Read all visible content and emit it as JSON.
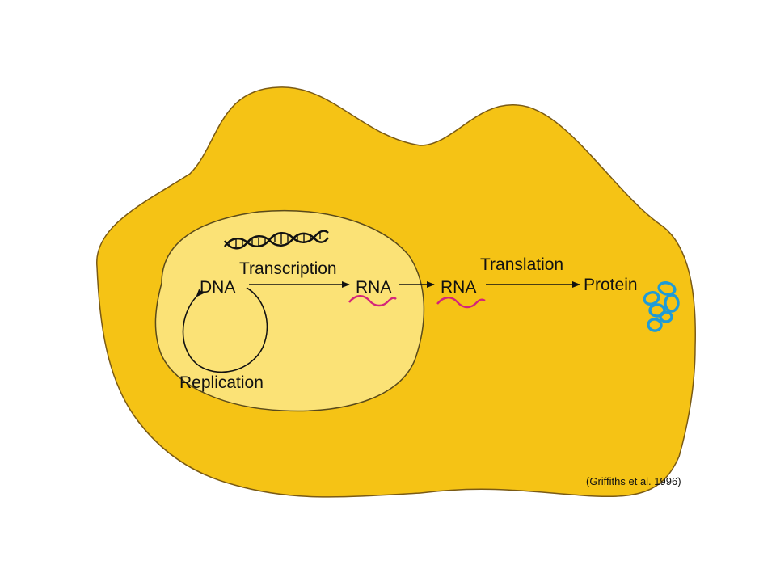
{
  "labels": {
    "dna": "DNA",
    "transcription": "Transcription",
    "rna_nucleus": "RNA",
    "rna_cytoplasm": "RNA",
    "translation": "Translation",
    "protein": "Protein",
    "replication": "Replication"
  },
  "citation": "(Griffiths et al. 1996)",
  "colors": {
    "cell_fill": "#F5C315",
    "cell_stroke": "#7A5A14",
    "nucleus_fill": "#FBE276",
    "nucleus_stroke": "#5A4A1A",
    "rna_strand": "#D4247A",
    "protein": "#1E9BD7",
    "dna_helix": "#111111"
  }
}
